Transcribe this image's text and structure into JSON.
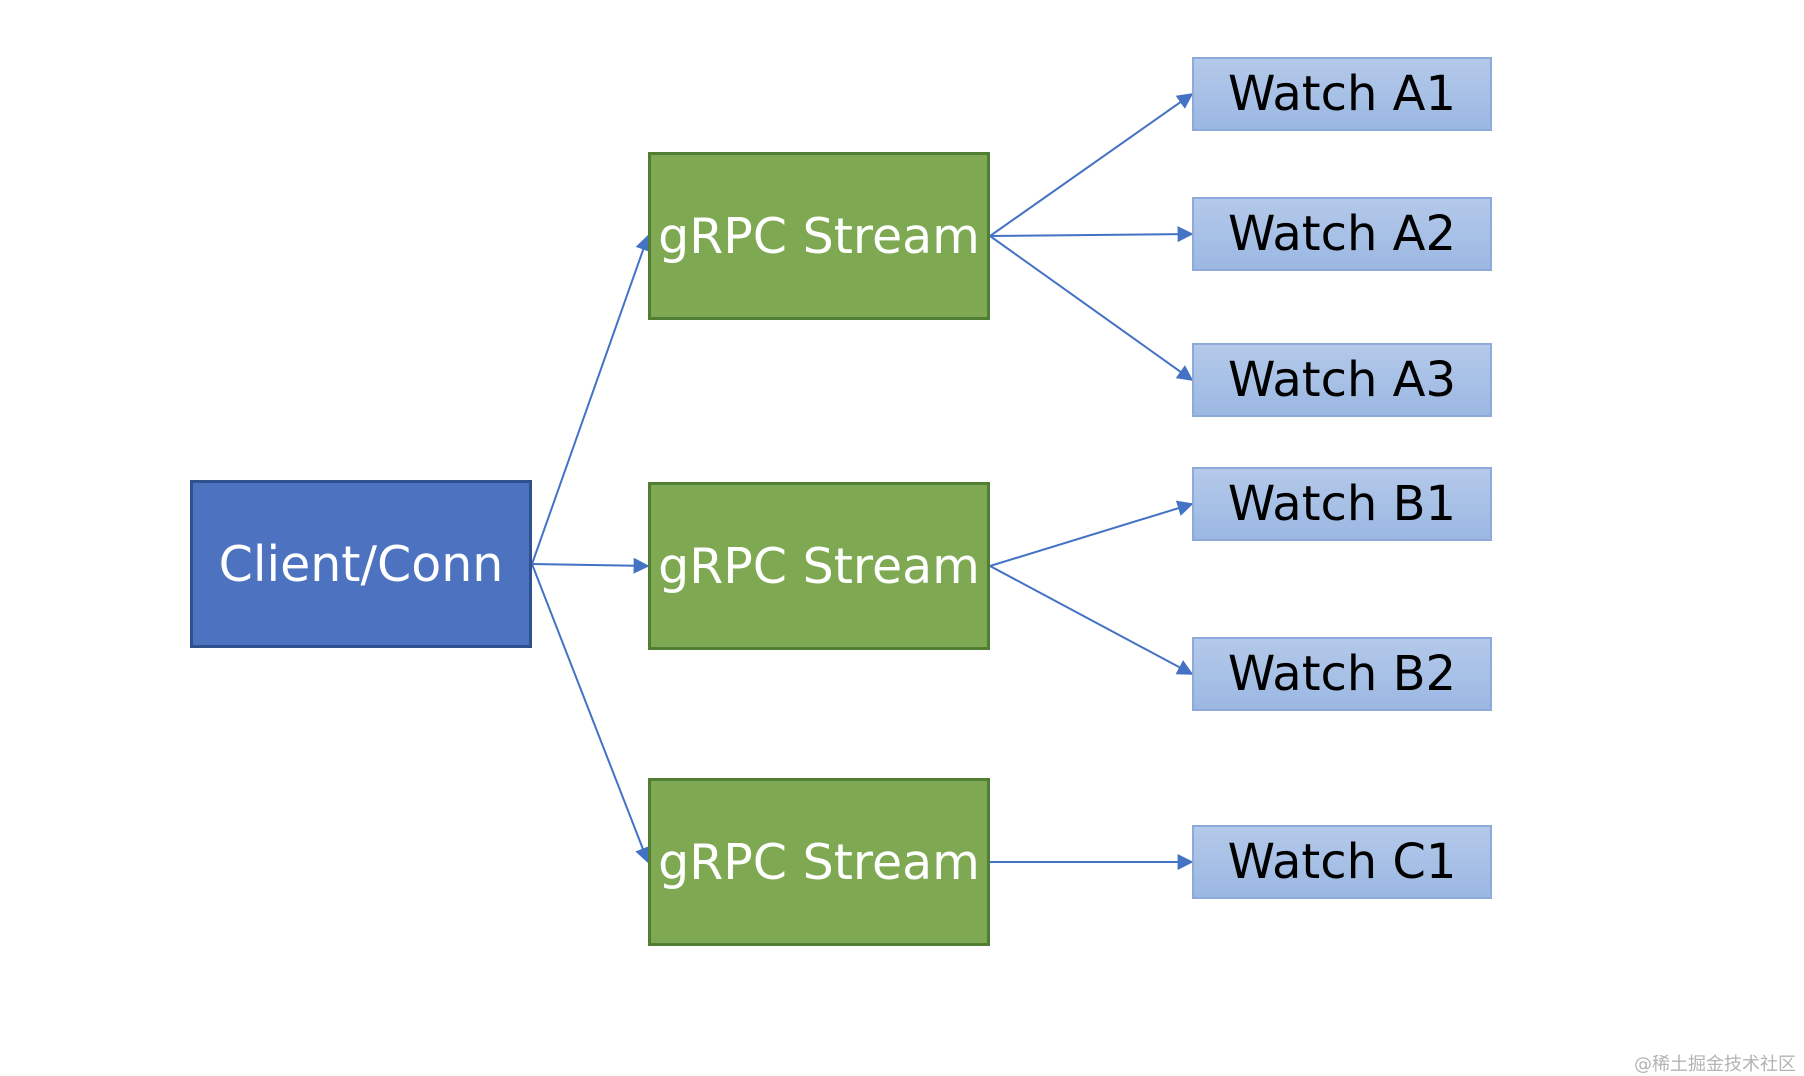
{
  "client": {
    "label": "Client/Conn"
  },
  "streams": [
    {
      "label": "gRPC Stream"
    },
    {
      "label": "gRPC Stream"
    },
    {
      "label": "gRPC Stream"
    }
  ],
  "watches": [
    {
      "label": "Watch A1",
      "stream": 0
    },
    {
      "label": "Watch A2",
      "stream": 0
    },
    {
      "label": "Watch A3",
      "stream": 0
    },
    {
      "label": "Watch B1",
      "stream": 1
    },
    {
      "label": "Watch B2",
      "stream": 1
    },
    {
      "label": "Watch C1",
      "stream": 2
    }
  ],
  "colors": {
    "client_fill": "#4d72c0",
    "stream_fill": "#7ea952",
    "watch_fill": "#a9c2e8",
    "arrow": "#4472c4"
  },
  "watermark": "@稀土掘金技术社区"
}
